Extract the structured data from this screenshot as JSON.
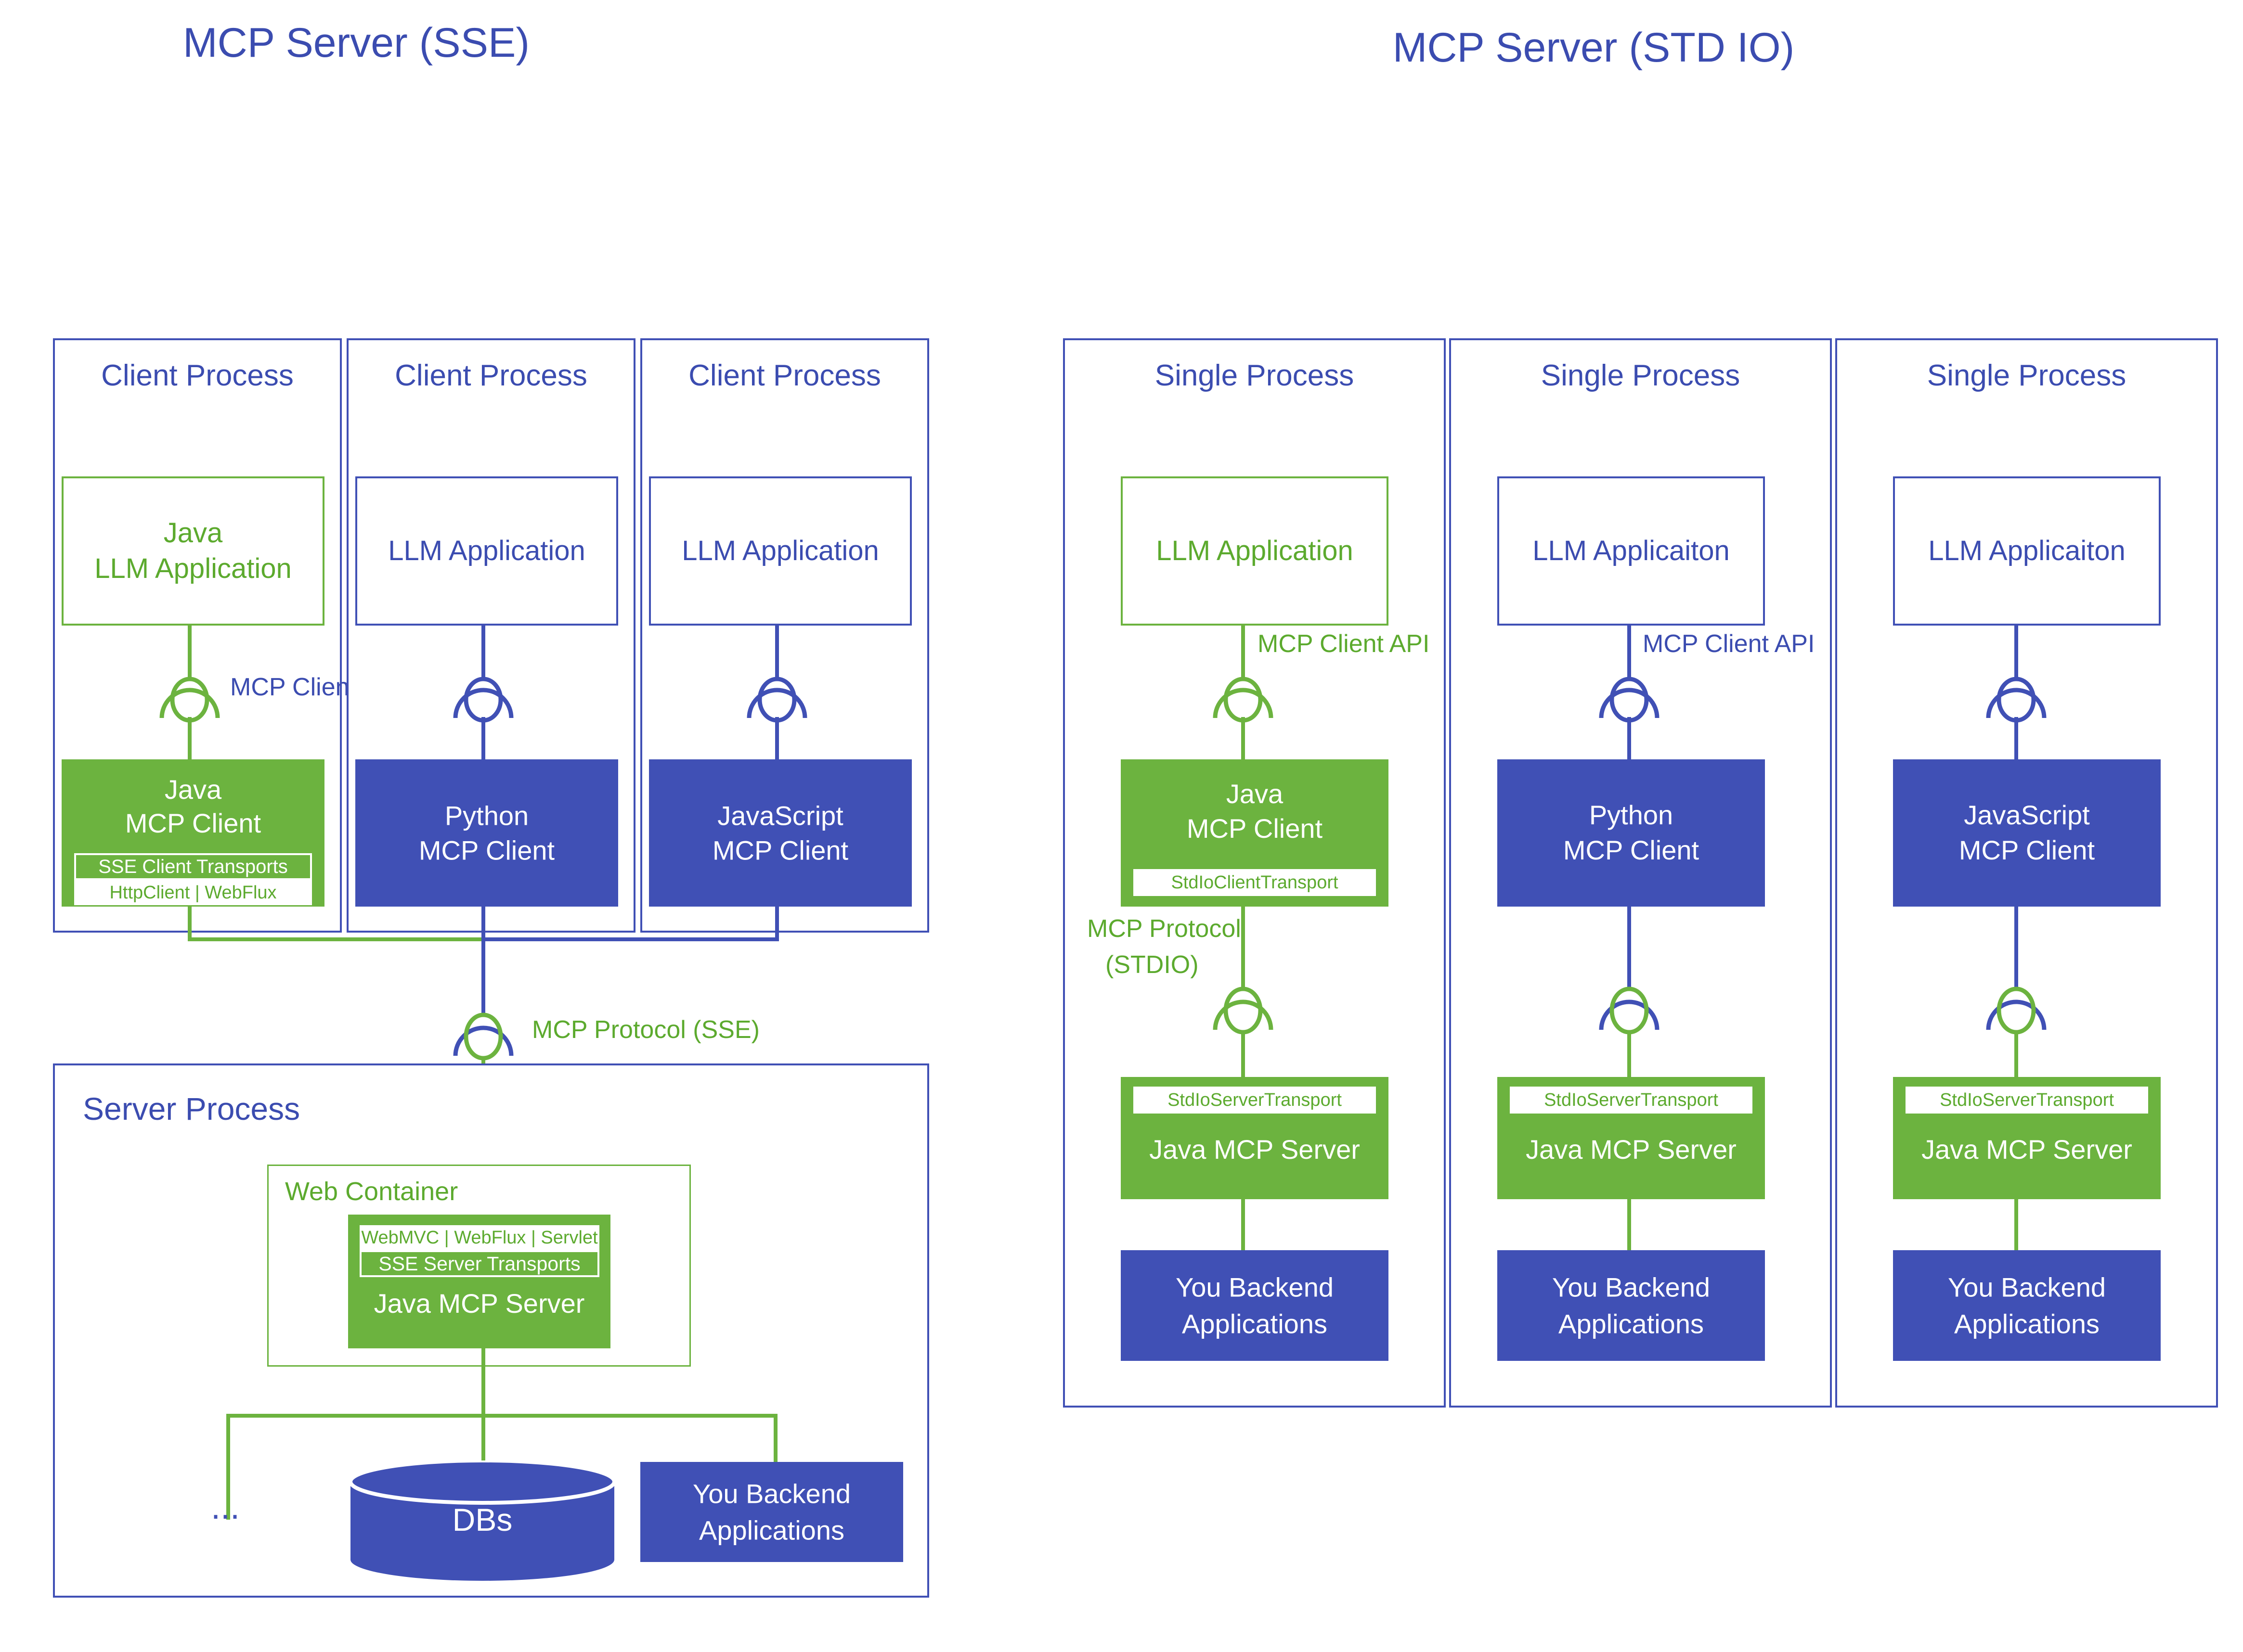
{
  "titles": {
    "left": "MCP Server (SSE)",
    "right": "MCP Server (STD IO)"
  },
  "colors": {
    "green": "#6CB33F",
    "green_text": "#5CAA2E",
    "blue": "#4050B5",
    "blue_text": "#3B4CB0",
    "white": "#FFFFFF"
  },
  "sse": {
    "client_processes": [
      {
        "label": "Client Process",
        "app": {
          "line1": "Java",
          "line2": "LLM Application",
          "style": "outline-green"
        },
        "connector_label": "MCP Client API",
        "client": {
          "line1": "Java",
          "line2": "MCP Client",
          "style": "fill-green",
          "transport_title": "SSE Client Transports",
          "transport_sub": "HttpClient | WebFlux"
        }
      },
      {
        "label": "Client Process",
        "app": {
          "line1": "",
          "line2": "LLM Application",
          "style": "outline-blue"
        },
        "connector_label": "",
        "client": {
          "line1": "Python",
          "line2": "MCP Client",
          "style": "fill-blue"
        }
      },
      {
        "label": "Client Process",
        "app": {
          "line1": "",
          "line2": "LLM Application",
          "style": "outline-blue"
        },
        "connector_label": "",
        "client": {
          "line1": "JavaScript",
          "line2": "MCP Client",
          "style": "fill-blue"
        }
      }
    ],
    "protocol_label": "MCP Protocol (SSE)",
    "server_process_label": "Server Process",
    "web_container_label": "Web Container",
    "server": {
      "transport_sub": "WebMVC | WebFlux | Servlet",
      "transport_title": "SSE Server Transports",
      "name": "Java MCP Server"
    },
    "db_label": "DBs",
    "backend": {
      "line1": "You Backend",
      "line2": "Applications"
    },
    "ellipsis": "..."
  },
  "stdio": {
    "columns": [
      {
        "label": "Single Process",
        "app": {
          "text": "LLM Application",
          "style": "outline-green",
          "text_color": "green"
        },
        "client_api_label": "MCP Client API",
        "client_api_color": "green",
        "client": {
          "line1": "Java",
          "line2": "MCP Client",
          "style": "fill-green",
          "transport": "StdIoClientTransport"
        },
        "protocol_label_line1": "MCP Protocol",
        "protocol_label_line2": "(STDIO)",
        "server": {
          "transport": "StdIoServerTransport",
          "name": "Java MCP Server"
        },
        "backend": {
          "line1": "You Backend",
          "line2": "Applications"
        }
      },
      {
        "label": "Single Process",
        "app": {
          "text": "LLM Applicaiton",
          "style": "outline-blue",
          "text_color": "blue"
        },
        "client_api_label": "MCP Client API",
        "client_api_color": "blue",
        "client": {
          "line1": "Python",
          "line2": "MCP Client",
          "style": "fill-blue"
        },
        "protocol_label_line1": "",
        "protocol_label_line2": "",
        "server": {
          "transport": "StdIoServerTransport",
          "name": "Java MCP Server"
        },
        "backend": {
          "line1": "You Backend",
          "line2": "Applications"
        }
      },
      {
        "label": "Single Process",
        "app": {
          "text": "LLM Applicaiton",
          "style": "outline-blue",
          "text_color": "blue"
        },
        "client_api_label": "",
        "client_api_color": "blue",
        "client": {
          "line1": "JavaScript",
          "line2": "MCP Client",
          "style": "fill-blue"
        },
        "protocol_label_line1": "",
        "protocol_label_line2": "",
        "server": {
          "transport": "StdIoServerTransport",
          "name": "Java MCP Server"
        },
        "backend": {
          "line1": "You Backend",
          "line2": "Applications"
        }
      }
    ]
  }
}
